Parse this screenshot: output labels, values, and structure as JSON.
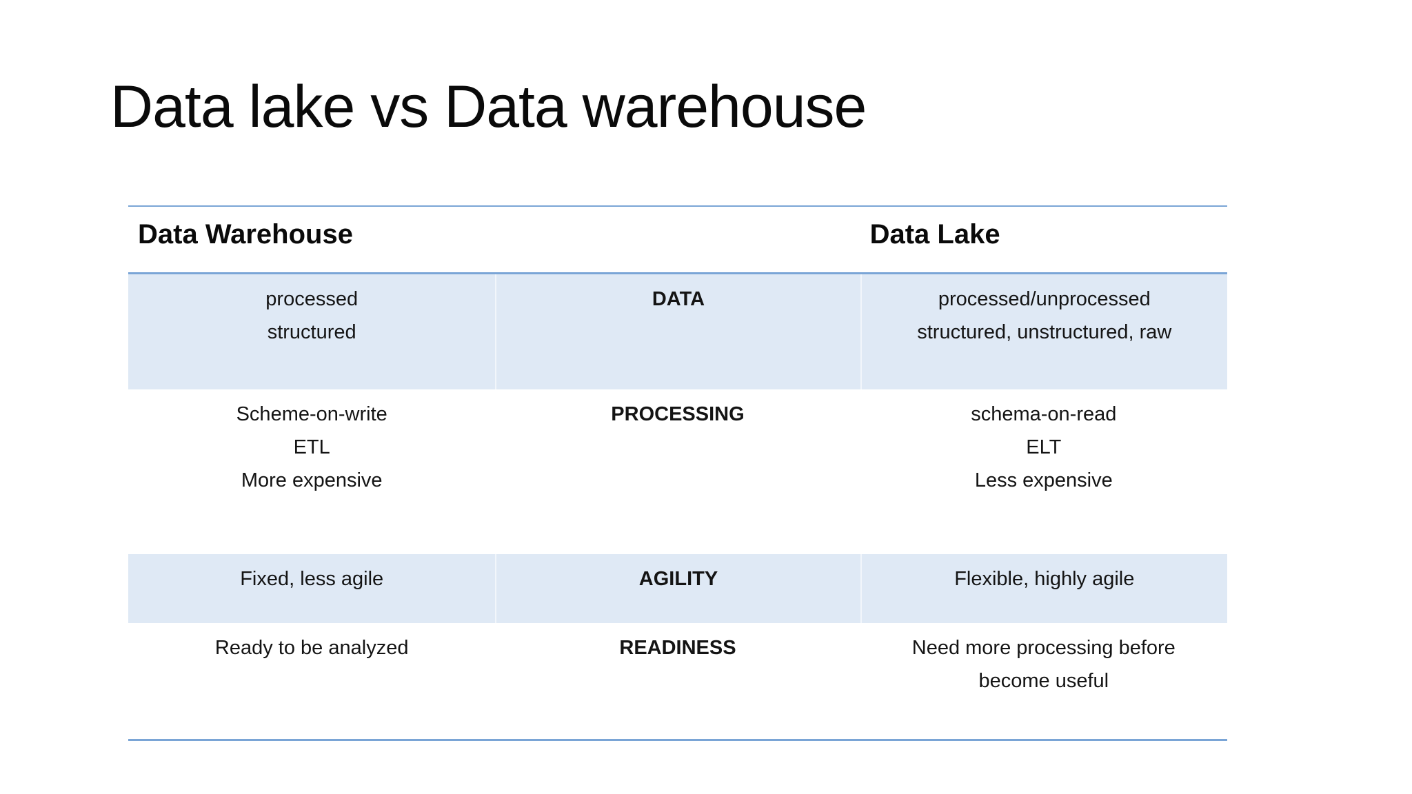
{
  "slide": {
    "title": "Data lake vs Data warehouse"
  },
  "table": {
    "header": {
      "warehouse": "Data Warehouse",
      "lake": "Data Lake"
    },
    "rows": [
      {
        "label": "DATA",
        "warehouse": [
          "processed",
          "structured"
        ],
        "lake": [
          "processed/unprocessed",
          "structured, unstructured, raw"
        ]
      },
      {
        "label": "PROCESSING",
        "warehouse": [
          "Scheme-on-write",
          "ETL",
          "More expensive"
        ],
        "lake": [
          "schema-on-read",
          "ELT",
          "Less expensive"
        ]
      },
      {
        "label": "AGILITY",
        "warehouse": [
          "Fixed, less agile"
        ],
        "lake": [
          "Flexible, highly agile"
        ]
      },
      {
        "label": "READINESS",
        "warehouse": [
          "Ready to be analyzed"
        ],
        "lake": [
          "Need more processing before",
          "become useful"
        ]
      }
    ],
    "colors": {
      "band": "#dfe9f5",
      "border": "#7aa5d6"
    }
  }
}
